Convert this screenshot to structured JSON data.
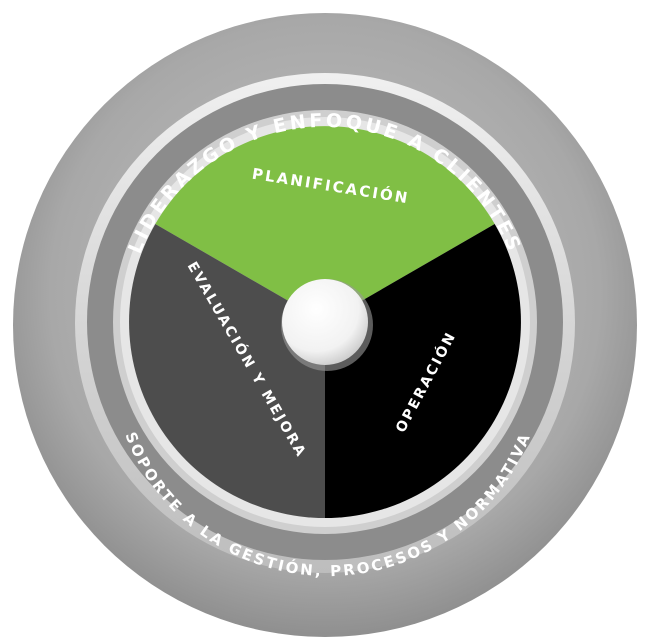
{
  "outer_ring": {
    "top_label": "LIDERAZGO Y ENFOQUE A CLIENTES",
    "bottom_label": "SOPORTE A LA GESTIÓN, PROCESOS Y NORMATIVA"
  },
  "segments": {
    "planning": {
      "label": "PLANIFICACIÓN",
      "color": "#80bf45"
    },
    "operation": {
      "label": "OPERACIÓN",
      "color": "#000000"
    },
    "evaluation": {
      "label": "EVALUACIÓN Y MEJORA",
      "color": "#4d4d4d"
    }
  },
  "colors": {
    "outer_ring": "#a6a6a6",
    "inner_ring": "#8c8c8c",
    "rim": "#d9d9d9",
    "hub": "#ffffff"
  }
}
